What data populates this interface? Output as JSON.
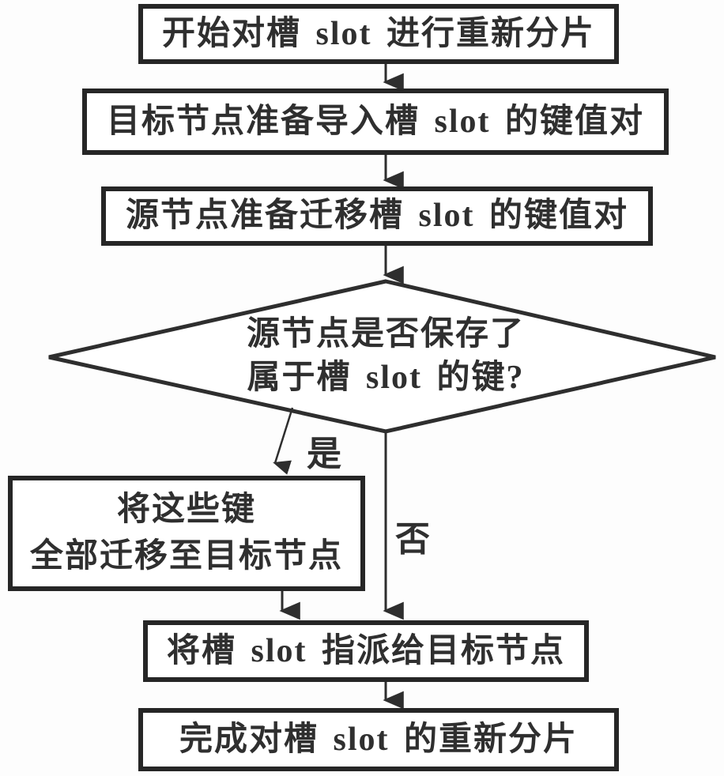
{
  "diagram": {
    "description": "slot-resharding-flowchart",
    "colors": {
      "line": "#2e2e2e",
      "box_border": "#262626",
      "text": "#2f2f2f",
      "background": "#fdfdfd"
    },
    "nodes": {
      "start": {
        "label": "开始对槽 slot 进行重新分片"
      },
      "target_prepare": {
        "label": "目标节点准备导入槽 slot 的键值对"
      },
      "source_prepare": {
        "label": "源节点准备迁移槽 slot 的键值对"
      },
      "decision": {
        "line1": "源节点是否保存了",
        "line2": "属于槽 slot 的键?"
      },
      "migrate_keys": {
        "line1": "将这些键",
        "line2": "全部迁移至目标节点"
      },
      "assign_slot": {
        "label": "将槽 slot 指派给目标节点"
      },
      "finish": {
        "label": "完成对槽 slot 的重新分片"
      }
    },
    "edges": {
      "yes_label": "是",
      "no_label": "否"
    }
  }
}
